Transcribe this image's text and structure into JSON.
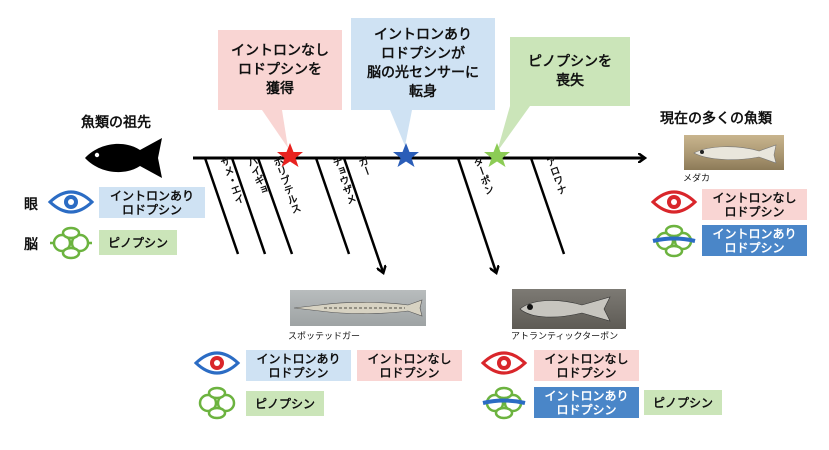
{
  "callouts": {
    "left": "イントロンなし\nロドプシンを\n獲得",
    "middle": "イントロンあり\nロドプシンが\n脳の光センサーに\n転身",
    "right": "ピノプシンを\n喪失"
  },
  "ancestor": {
    "title": "魚類の祖先",
    "eye_label": "眼",
    "brain_label": "脳",
    "eye_box": "イントロンあり\nロドプシン",
    "brain_box": "ピノプシン"
  },
  "modern": {
    "title": "現在の多くの魚類",
    "photo_caption": "メダカ",
    "eye_box": "イントロンなし\nロドプシン",
    "brain_box": "イントロンあり\nロドプシン"
  },
  "branches": [
    "サメ・エイ",
    "ハイギョ",
    "ポリプテルス",
    "チョウザメ",
    "ガー",
    "ターポン",
    "アロワナ"
  ],
  "gar": {
    "caption": "スポッテッドガー",
    "eye_box_1": "イントロンあり\nロドプシン",
    "eye_box_2": "イントロンなし\nロドプシン",
    "brain_box": "ピノプシン"
  },
  "tarpon": {
    "caption": "アトランティックターポン",
    "eye_box": "イントロンなし\nロドプシン",
    "brain_box_1": "イントロンあり\nロドプシン",
    "brain_box_2": "ピノプシン"
  },
  "colors": {
    "red_star": "#e8221f",
    "blue_star": "#2a5db8",
    "green_star": "#8ccc55",
    "eye_blue": "#2b6cc4",
    "eye_red": "#d9262b",
    "brain_green": "#6cb33f"
  }
}
